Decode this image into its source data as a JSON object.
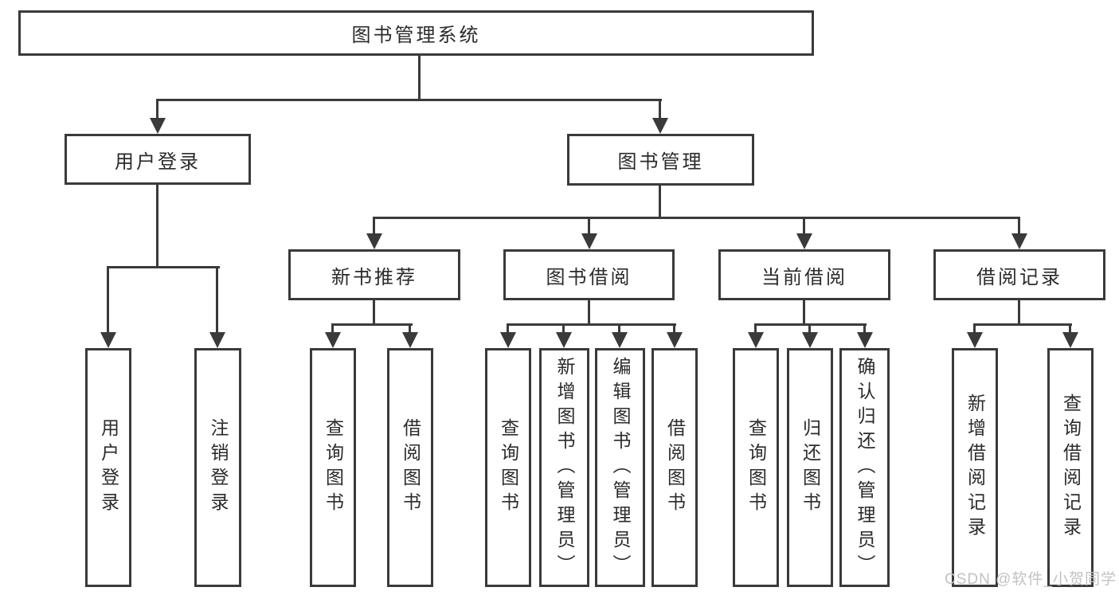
{
  "nodes": {
    "root": "图书管理系统",
    "user_login": "用户登录",
    "book_mgmt": "图书管理",
    "new_book_rec": "新书推荐",
    "book_borrow": "图书借阅",
    "current_borrow": "当前借阅",
    "borrow_record": "借阅记录",
    "leaf_user_login": "用户登录",
    "leaf_logout": "注销登录",
    "leaf_query_book_a": "查询图书",
    "leaf_borrow_book_a": "借阅图书",
    "leaf_query_book_b": "查询图书",
    "leaf_add_book": "新增图书（管理员）",
    "leaf_edit_book": "编辑图书（管理员）",
    "leaf_borrow_book_b": "借阅图书",
    "leaf_query_book_c": "查询图书",
    "leaf_return_book": "归还图书",
    "leaf_confirm_return": "确认归还（管理员）",
    "leaf_add_record": "新增借阅记录",
    "leaf_query_record": "查询借阅记录"
  },
  "watermark": {
    "text": "CSDN @软件_小贺同学"
  },
  "colors": {
    "line": "#3a3a3a",
    "text": "#2b2b2b",
    "background": "#ffffff",
    "watermark": "#c2c2c2"
  }
}
